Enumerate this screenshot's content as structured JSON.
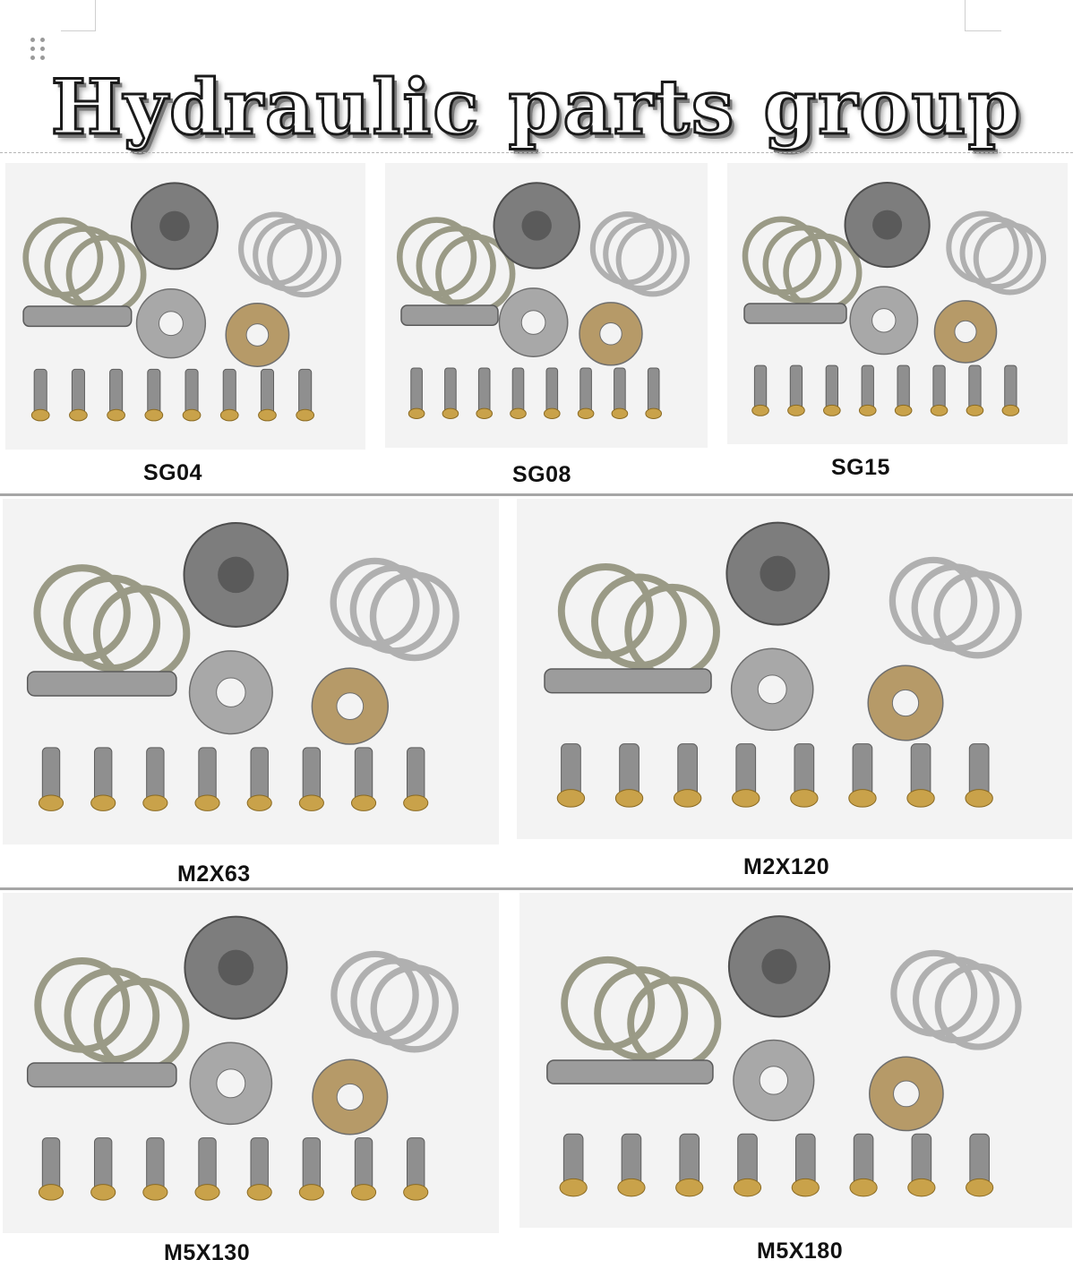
{
  "page_title": "Hydraulic parts group",
  "products": [
    {
      "id": "sg04",
      "label": "SG04"
    },
    {
      "id": "sg08",
      "label": "SG08"
    },
    {
      "id": "sg15",
      "label": "SG15"
    },
    {
      "id": "m2x63",
      "label": "M2X63"
    },
    {
      "id": "m2x120",
      "label": "M2X120"
    },
    {
      "id": "m5x130",
      "label": "M5X130"
    },
    {
      "id": "m5x180",
      "label": "M5X180"
    }
  ],
  "colors": {
    "photo_background": "#f3f3f3",
    "separator": "#a6a6a6",
    "steel": "#8f8f8f",
    "friction_disc": "#9a9a86",
    "brass": "#c9a24a"
  },
  "icons": [
    "drag-handle-icon"
  ]
}
